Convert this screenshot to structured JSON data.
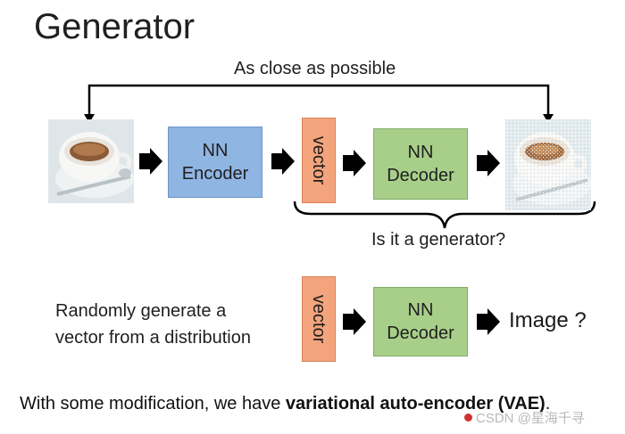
{
  "title": "Generator",
  "top_label": "As close as possible",
  "encoder_label_1": "NN",
  "encoder_label_2": "Encoder",
  "vector_label": "vector",
  "decoder_label_1": "NN",
  "decoder_label_2": "Decoder",
  "brace_label": "Is it a generator?",
  "random_text_1": "Randomly generate a",
  "random_text_2": "vector from a distribution",
  "vector_label_2": "vector",
  "decoder2_label_1": "NN",
  "decoder2_label_2": "Decoder",
  "image_label": "Image ?",
  "footer_text": "With some modification, we have ",
  "footer_bold": "variational auto-encoder (VAE)",
  "footer_end": ".",
  "watermark": "CSDN @星海千寻",
  "colors": {
    "encoder": "#8fb5e3",
    "decoder": "#a8cf8a",
    "vector": "#f4a47d"
  }
}
